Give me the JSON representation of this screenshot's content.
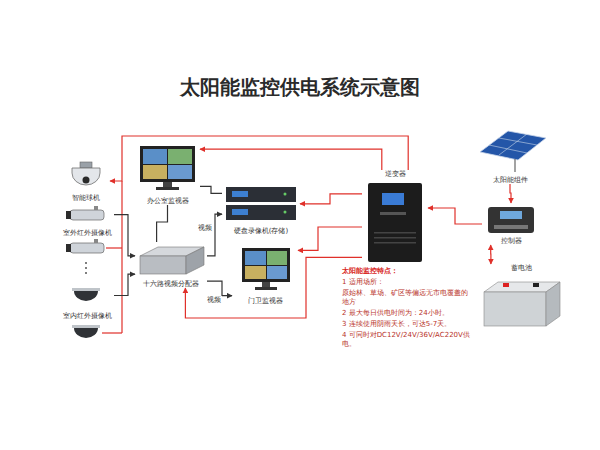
{
  "diagram": {
    "title": "太阳能监控供电系统示意图",
    "nodes": [
      {
        "text": [
          "智能球机"
        ]
      },
      {
        "text": [
          "室外红外摄像机"
        ]
      },
      {
        "text": [
          "室内红外摄像机"
        ]
      },
      {
        "text": [
          "办公室监视器"
        ]
      },
      {
        "text": [
          "硬盘录像机(存储)"
        ]
      },
      {
        "text": [
          "十六路视频分配器"
        ]
      },
      {
        "text": [
          "门卫监视器"
        ]
      },
      {
        "text": [
          "逆变器"
        ]
      },
      {
        "text": [
          "太阳能组件"
        ]
      },
      {
        "text": [
          "控制器"
        ]
      },
      {
        "text": [
          "蓄电池"
        ]
      }
    ],
    "edges": [
      {
        "from": 8,
        "to": 9,
        "arrow": "to"
      },
      {
        "from": 9,
        "to": 7,
        "arrow": "to"
      },
      {
        "from": 10,
        "to": 9,
        "arrow": "both"
      },
      {
        "from": 7,
        "to": 3,
        "arrow": "to"
      },
      {
        "from": 7,
        "to": 4,
        "arrow": "to"
      },
      {
        "from": 7,
        "to": 6,
        "arrow": "to"
      },
      {
        "from": 7,
        "to": 5,
        "arrow": "to"
      },
      {
        "from": 7,
        "to": 0,
        "arrow": "to"
      },
      {
        "from": 1,
        "to": 5,
        "arrow": "to"
      },
      {
        "from": 2,
        "to": 5,
        "arrow": "to"
      },
      {
        "from": 5,
        "to": 3,
        "arrow": "none"
      },
      {
        "from": 5,
        "to": 4,
        "label": "视频",
        "arrow": "to"
      },
      {
        "from": 5,
        "to": 6,
        "label": "视频",
        "arrow": "to"
      },
      {
        "from": 4,
        "to": 3,
        "arrow": "none"
      }
    ],
    "labels": [
      "太阳能监控特点：",
      "1 适用场所：",
      "原始林、草场、矿区等偏远无市电覆盖的地方",
      "2 最大每日供电时间为：24小时。",
      "3 连续使用阴雨天长，可达5-7天。",
      "4 可同时对DC12V/24V/36V/AC220V供电。"
    ]
  }
}
